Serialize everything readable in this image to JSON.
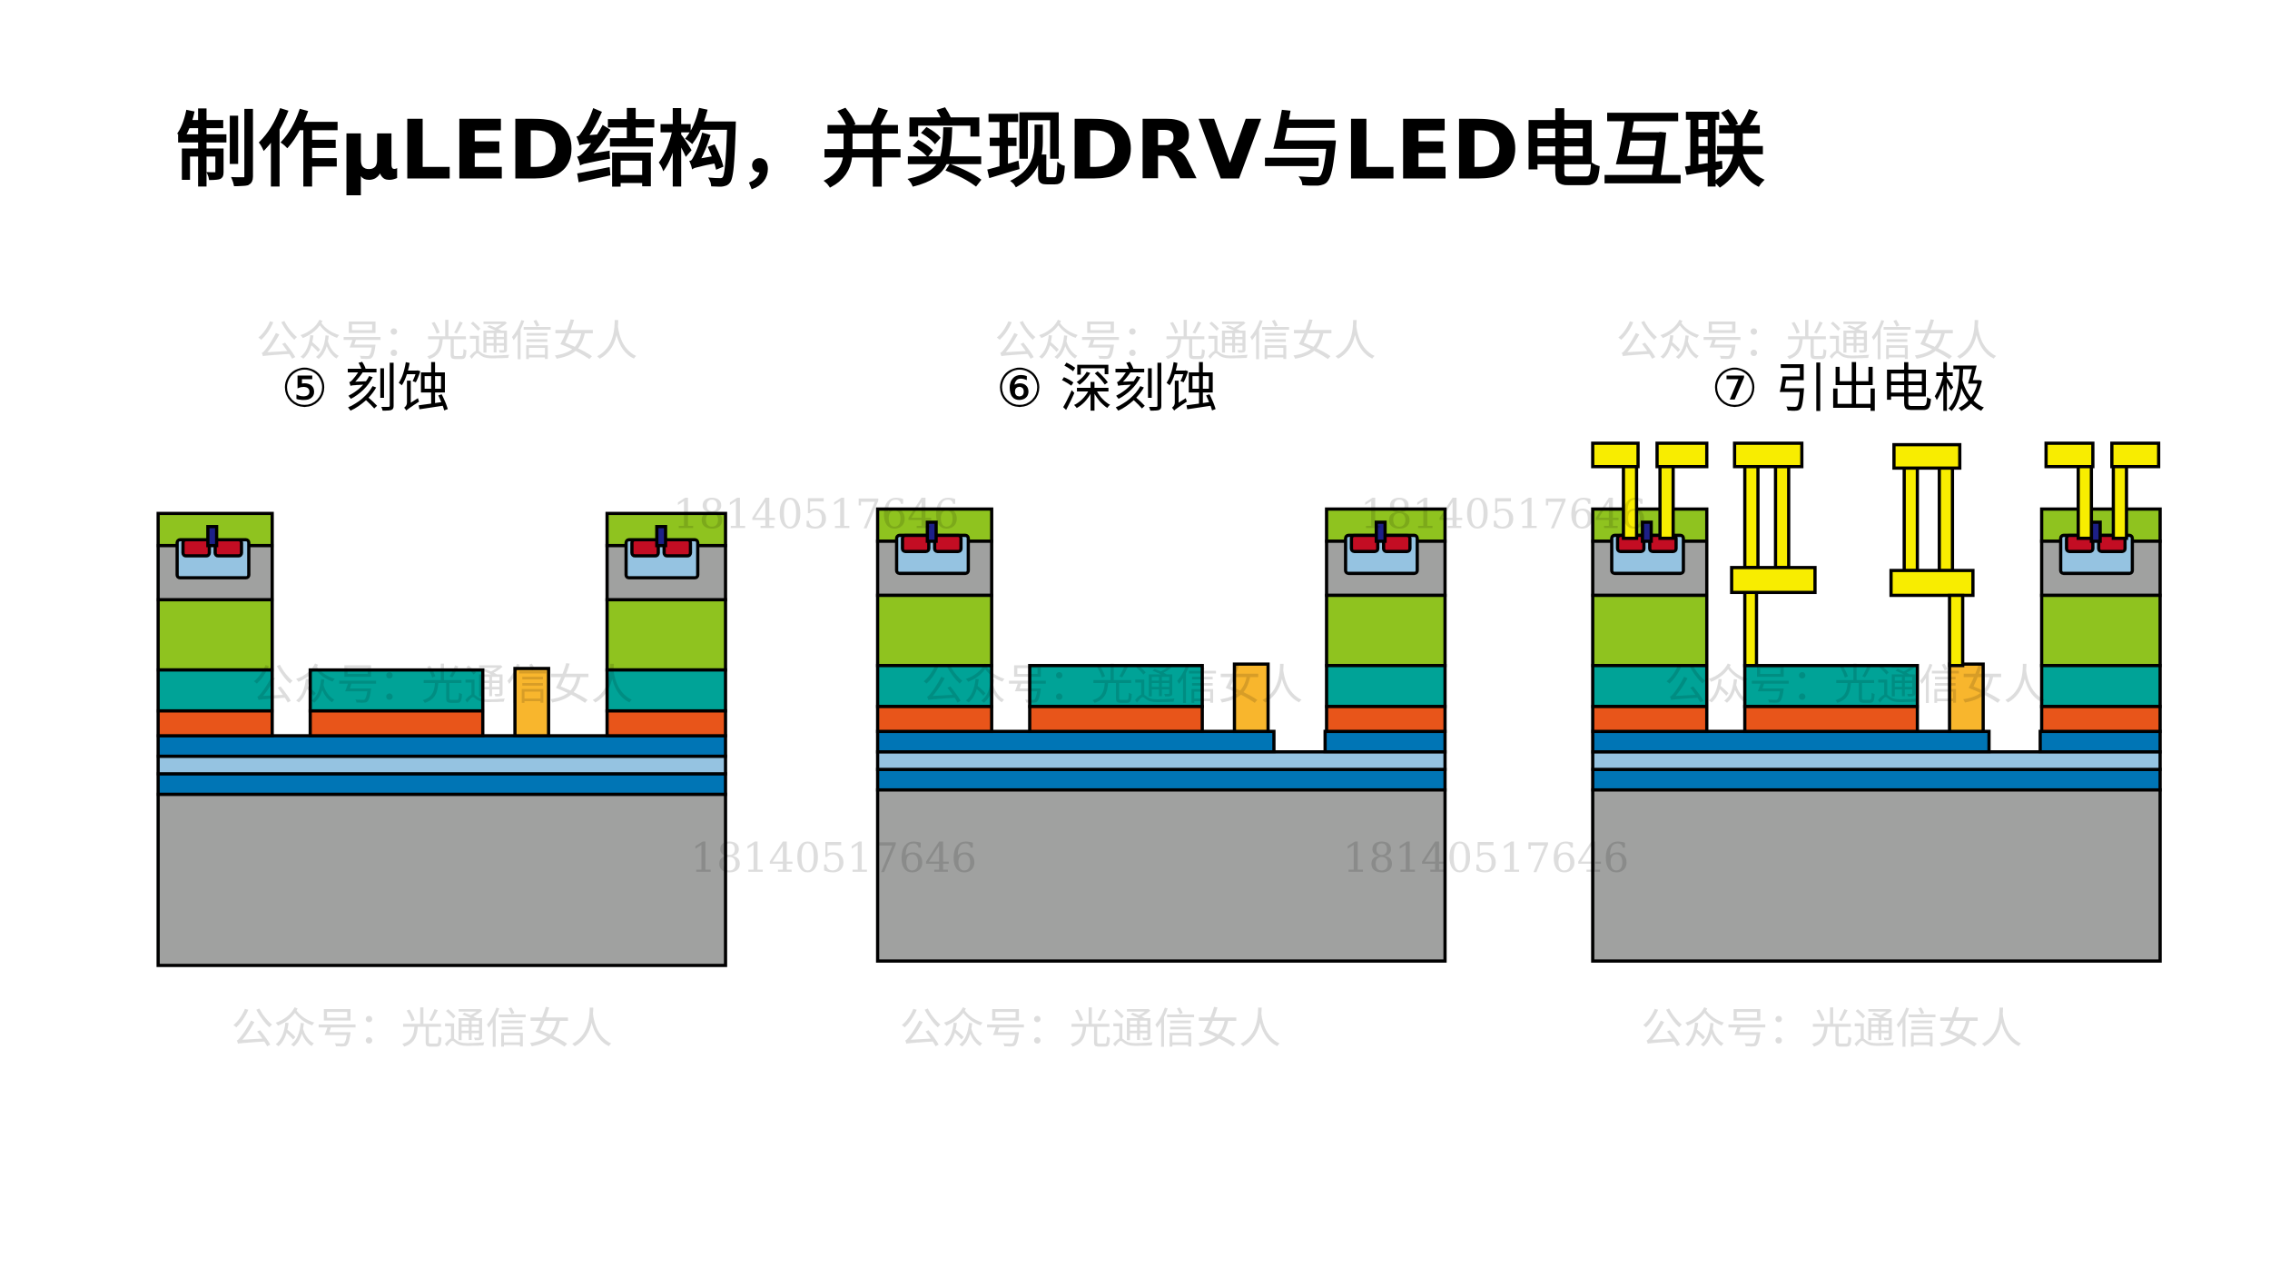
{
  "title": "制作μLED结构，并实现DRV与LED电互联",
  "steps": [
    {
      "label": "⑤  刻蚀"
    },
    {
      "label": "⑥  深刻蚀"
    },
    {
      "label": "⑦  引出电极"
    }
  ],
  "watermarks": {
    "account": "公众号：光通信女人",
    "phone": "18140517646"
  },
  "colors": {
    "green": "#8fc31f",
    "gray": "#a0a1a0",
    "teal": "#00a397",
    "orange": "#e8551a",
    "amber": "#f8b62d",
    "blue": "#0075b5",
    "light_blue": "#95c3e1",
    "red": "#c30d23",
    "navy": "#1d2088",
    "yellow": "#f8ed00",
    "stroke": "#000000"
  }
}
